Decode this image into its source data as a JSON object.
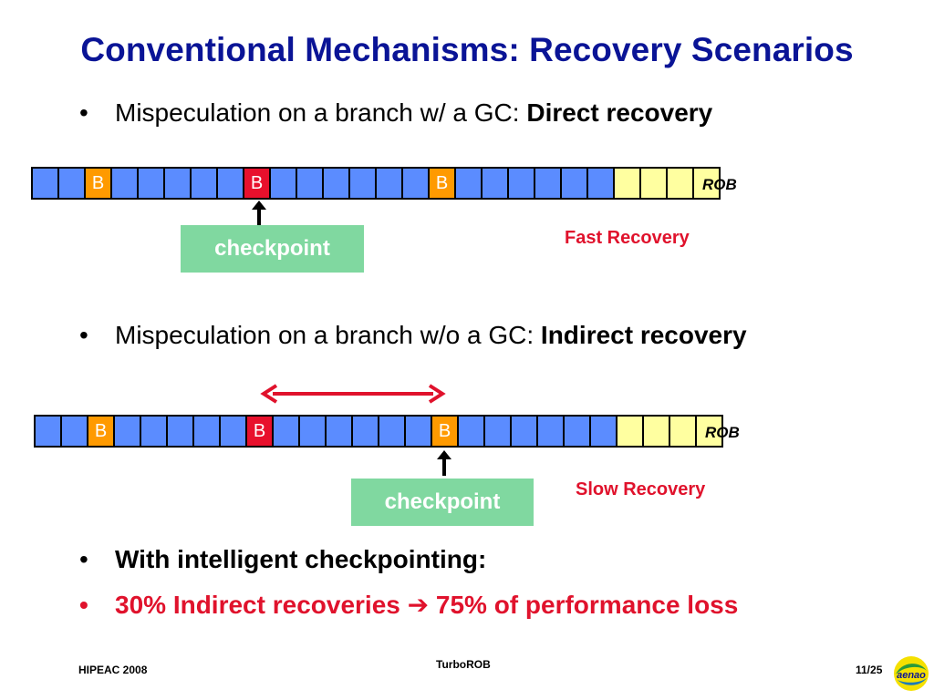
{
  "slide": {
    "title": "Conventional Mechanisms: Recovery Scenarios",
    "bullets": [
      {
        "marker": "•",
        "text": "Mispeculation on a branch w/ a GC: ",
        "bold": "Direct recovery"
      },
      {
        "marker": "•",
        "text": "Mispeculation on a branch w/o a GC: ",
        "bold": "Indirect recovery"
      },
      {
        "marker": "•",
        "bold": "With intelligent checkpointing:"
      },
      {
        "marker": "•",
        "text": "30% Indirect recoveries ",
        "arrow": "➔",
        "text2": " 75% of performance loss"
      }
    ]
  },
  "diagram1": {
    "rob_label": "ROB",
    "recovery_label": "Fast Recovery",
    "checkpoint_label": "checkpoint",
    "cells": [
      "",
      "",
      "B",
      "",
      "",
      "",
      "",
      "",
      "B",
      "",
      "",
      "",
      "",
      "",
      "",
      "B",
      "",
      "",
      "",
      "",
      "",
      "",
      "",
      "",
      "",
      ""
    ],
    "cell_colors": [
      "blue",
      "blue",
      "orange",
      "blue",
      "blue",
      "blue",
      "blue",
      "blue",
      "red",
      "blue",
      "blue",
      "blue",
      "blue",
      "blue",
      "blue",
      "orange",
      "blue",
      "blue",
      "blue",
      "blue",
      "blue",
      "blue",
      "yellow",
      "yellow",
      "yellow",
      "yellow"
    ]
  },
  "diagram2": {
    "rob_label": "ROB",
    "recovery_label": "Slow Recovery",
    "checkpoint_label": "checkpoint",
    "cells": [
      "",
      "",
      "B",
      "",
      "",
      "",
      "",
      "",
      "B",
      "",
      "",
      "",
      "",
      "",
      "",
      "B",
      "",
      "",
      "",
      "",
      "",
      "",
      "",
      "",
      "",
      ""
    ],
    "cell_colors": [
      "blue",
      "blue",
      "orange",
      "blue",
      "blue",
      "blue",
      "blue",
      "blue",
      "red",
      "blue",
      "blue",
      "blue",
      "blue",
      "blue",
      "blue",
      "orange",
      "blue",
      "blue",
      "blue",
      "blue",
      "blue",
      "blue",
      "yellow",
      "yellow",
      "yellow",
      "yellow"
    ]
  },
  "footer": {
    "left": "HIPEAC 2008",
    "center": "TurboROB",
    "page": "11/25",
    "logo_text": "aenao"
  },
  "colors": {
    "title": "#0a1496",
    "emphasis": "#e0122c",
    "cell_blue": "#5b8cff",
    "cell_orange": "#ff9a00",
    "cell_red": "#e8102c",
    "cell_yellow": "#ffffa0",
    "checkpoint": "#80d8a0"
  }
}
